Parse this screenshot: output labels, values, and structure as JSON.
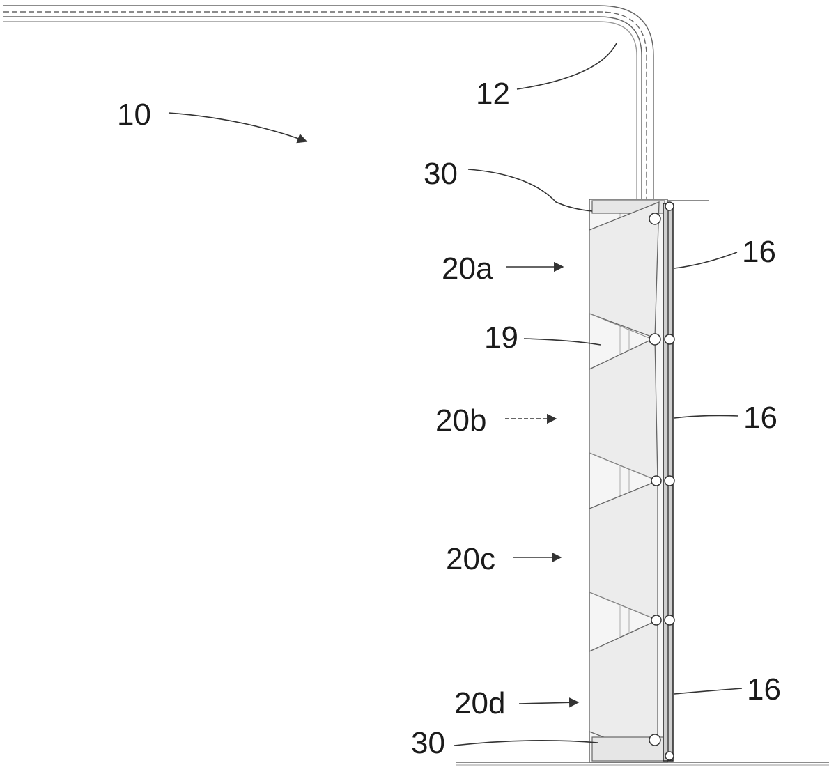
{
  "diagram": {
    "colors": {
      "line": "#555555",
      "dark": "#222222",
      "fill": "#f2f2f2",
      "text": "#1a1a1a"
    },
    "labels": {
      "assembly": "10",
      "cable": "12",
      "cap_top": "30",
      "cap_bottom": "30",
      "section_a": "20a",
      "section_b": "20b",
      "section_c": "20c",
      "section_d": "20d",
      "joint": "19",
      "rail_a": "16",
      "rail_b": "16",
      "rail_d": "16"
    }
  }
}
